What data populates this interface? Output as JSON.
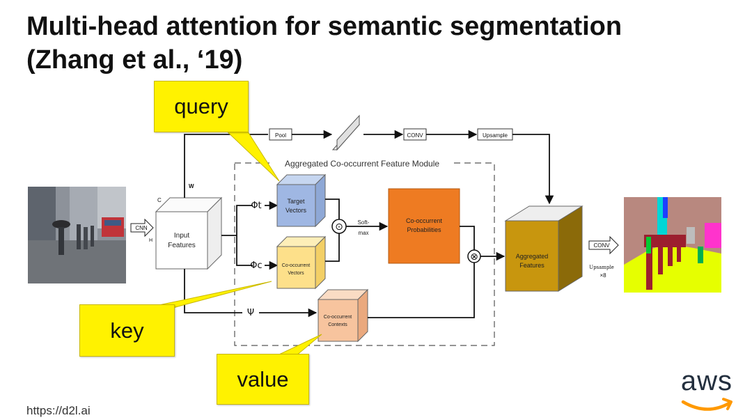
{
  "slide": {
    "title_line1": "Multi-head attention for semantic segmentation",
    "title_line2": "(Zhang et al., ‘19)",
    "footer_url": "https://d2l.ai",
    "logo_text": "aws"
  },
  "callouts": {
    "query": "query",
    "key": "key",
    "value": "value"
  },
  "diagram": {
    "module_label": "Aggregated Co-occurrent Feature Module",
    "pool": "Pool",
    "conv": "CONV",
    "upsample": "Upsample",
    "cnn": "CNN",
    "c_label": "C",
    "w_label": "W",
    "h_label": "H",
    "input_line1": "Input",
    "input_line2": "Features",
    "phi_t": "Φt",
    "phi_c": "Φc",
    "psi": "Ψ",
    "target_line1": "Target",
    "target_line2": "Vectors",
    "cooc_vec_line1": "Co-occurrent",
    "cooc_vec_line2": "Vectors",
    "cooc_ctx_line1": "Co-occurrent",
    "cooc_ctx_line2": "Contexts",
    "softmax_line1": "Soft-",
    "softmax_line2": "max",
    "prob_line1": "Co-occurrent",
    "prob_line2": "Probabilities",
    "agg_line1": "Aggregated",
    "agg_line2": "Features",
    "conv2": "CONV",
    "upsample2": "Upsample",
    "times8": "×8",
    "dot_op": "⊙",
    "times_op": "⊗"
  },
  "colors": {
    "target": "#9fb7e3",
    "cooc_vec": "#fde08a",
    "cooc_ctx": "#f7c49e",
    "prob": "#ee7b22",
    "agg": "#c8960e",
    "callout": "#fff200",
    "aws_smile": "#ff9900"
  }
}
